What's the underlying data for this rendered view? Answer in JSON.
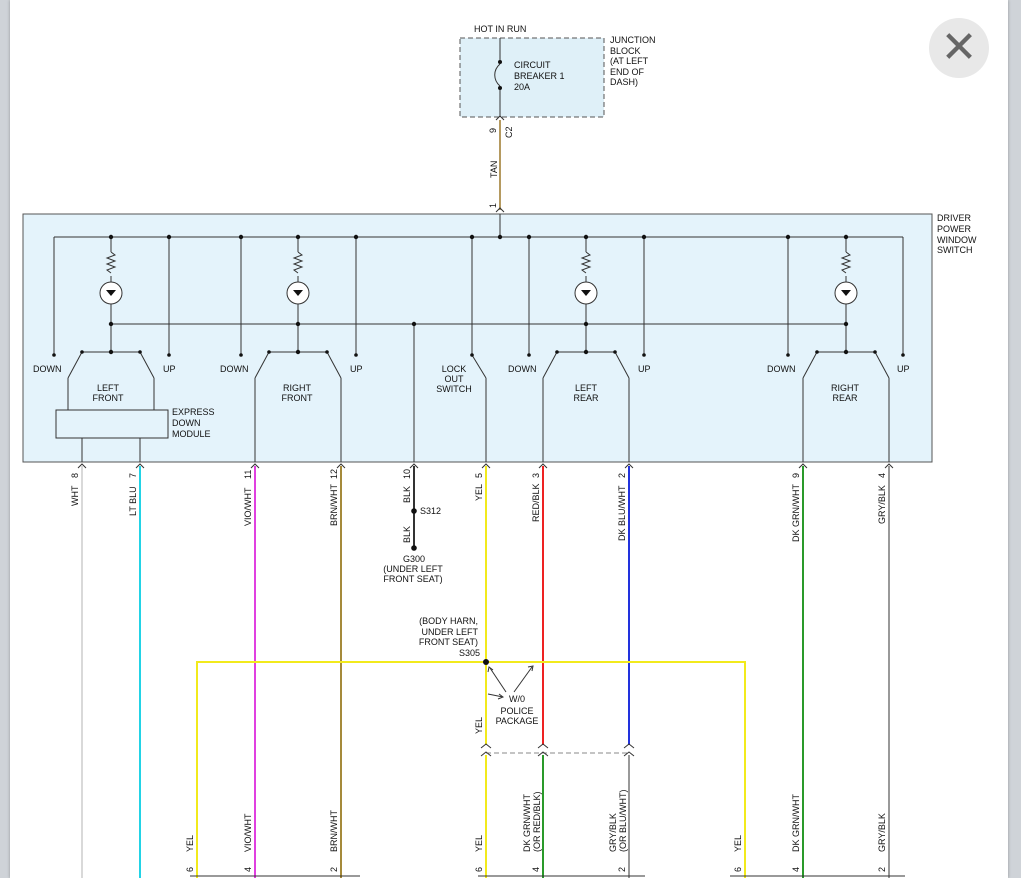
{
  "close_label": "✕",
  "power": {
    "hot_label": "HOT IN RUN",
    "breaker_name": "CIRCUIT",
    "breaker_name2": "BREAKER 1",
    "breaker_rating": "20A",
    "jb_lines": [
      "JUNCTION",
      "BLOCK",
      "(AT LEFT",
      "END OF",
      "DASH)"
    ],
    "jb_pin": "9",
    "jb_conn": "C2",
    "feed_wire": "TAN",
    "switch_pin": "1"
  },
  "switch_block": {
    "title_lines": [
      "DRIVER",
      "POWER",
      "WINDOW",
      "SWITCH"
    ],
    "down": "DOWN",
    "up": "UP",
    "left_front": [
      "LEFT",
      "FRONT"
    ],
    "right_front": [
      "RIGHT",
      "FRONT"
    ],
    "lockout": [
      "LOCK",
      "OUT",
      "SWITCH"
    ],
    "left_rear": [
      "LEFT",
      "REAR"
    ],
    "right_rear": [
      "RIGHT",
      "REAR"
    ],
    "express_lines": [
      "EXPRESS",
      "DOWN",
      "MODULE"
    ]
  },
  "outputs": [
    {
      "pin": "8",
      "wire": "WHT",
      "color": "#d9d9d9"
    },
    {
      "pin": "7",
      "wire": "LT BLU",
      "color": "#22d3e6"
    },
    {
      "pin": "11",
      "wire": "VIO/WHT",
      "color": "#e040e0"
    },
    {
      "pin": "12",
      "wire": "BRN/WHT",
      "color": "#a58a3a"
    },
    {
      "pin": "10",
      "wire": "BLK",
      "color": "#333333"
    },
    {
      "pin": "5",
      "wire": "YEL",
      "color": "#f2ea1c"
    },
    {
      "pin": "3",
      "wire": "RED/BLK",
      "color": "#ee2222"
    },
    {
      "pin": "2",
      "wire": "DK BLU/WHT",
      "color": "#2233dd"
    },
    {
      "pin": "9",
      "wire": "DK GRN/WHT",
      "color": "#2a9a2a"
    },
    {
      "pin": "4",
      "wire": "GRY/BLK",
      "color": "#999999"
    }
  ],
  "ground": {
    "splice": "S312",
    "wire": "BLK",
    "name": "G300",
    "loc_lines": [
      "(UNDER LEFT",
      "FRONT SEAT)"
    ]
  },
  "splice_s305": {
    "lines": [
      "(BODY HARN,",
      "UNDER LEFT",
      "FRONT SEAT)"
    ],
    "name": "S305",
    "option": [
      "W/0",
      "POLICE",
      "PACKAGE"
    ]
  },
  "bottom": [
    {
      "pin": "6",
      "wire": "YEL"
    },
    {
      "pin": "4",
      "wire": "VIO/WHT"
    },
    {
      "pin": "2",
      "wire": "BRN/WHT"
    },
    {
      "pin": "6",
      "wire": "YEL"
    },
    {
      "pin": "4",
      "wire": "DK GRN/WHT",
      "wire2": "(OR RED/BLK)"
    },
    {
      "pin": "2",
      "wire": "GRY/BLK",
      "wire2": "(OR BLU/WHT)"
    },
    {
      "pin": "6",
      "wire": "YEL"
    },
    {
      "pin": "4",
      "wire": "DK GRN/WHT"
    },
    {
      "pin": "2",
      "wire": "GRY/BLK"
    }
  ]
}
